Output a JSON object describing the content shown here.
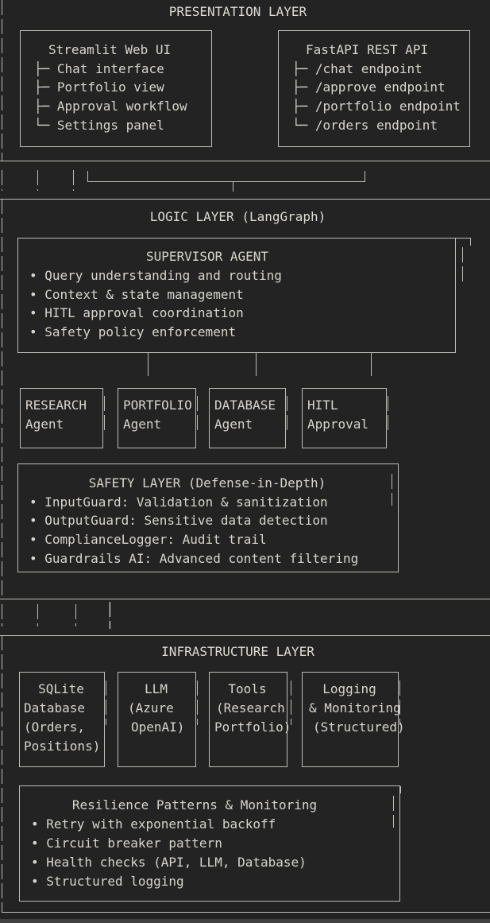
{
  "colors": {
    "background": "#232323",
    "line": "#bfbcb4",
    "text": "#d7d4cc",
    "bright_line": "#eceae3",
    "bottom_strip": "#414141"
  },
  "presentation": {
    "title": "PRESENTATION LAYER",
    "streamlit": {
      "title": "Streamlit Web UI",
      "items": [
        "├─ Chat interface",
        "├─ Portfolio view",
        "├─ Approval workflow",
        "└─ Settings panel"
      ]
    },
    "fastapi": {
      "title": "FastAPI REST API",
      "items": [
        "├─ /chat endpoint",
        "├─ /approve endpoint",
        "├─ /portfolio endpoint",
        "└─ /orders endpoint"
      ]
    }
  },
  "logic": {
    "title": "LOGIC LAYER (LangGraph)",
    "supervisor": {
      "title": "SUPERVISOR AGENT",
      "items": [
        "• Query understanding and routing",
        "• Context & state management",
        "• HITL approval coordination",
        "• Safety policy enforcement"
      ]
    },
    "agents": [
      {
        "line1": "RESEARCH",
        "line2": "Agent"
      },
      {
        "line1": "PORTFOLIO",
        "line2": "Agent"
      },
      {
        "line1": "DATABASE",
        "line2": "Agent"
      },
      {
        "line1": "HITL",
        "line2": "Approval"
      }
    ],
    "safety": {
      "title": "SAFETY LAYER (Defense-in-Depth)",
      "items": [
        "• InputGuard: Validation & sanitization",
        "• OutputGuard: Sensitive data detection",
        "• ComplianceLogger: Audit trail",
        "• Guardrails AI: Advanced content filtering"
      ]
    }
  },
  "infrastructure": {
    "title": "INFRASTRUCTURE LAYER",
    "boxes": [
      {
        "lines": [
          "SQLite",
          "Database",
          "(Orders,",
          "Positions)"
        ]
      },
      {
        "lines": [
          "LLM",
          "(Azure",
          "OpenAI)",
          ""
        ]
      },
      {
        "lines": [
          "Tools",
          "(Research",
          "Portfolio)",
          ""
        ]
      },
      {
        "lines": [
          "Logging",
          "& Monitoring",
          "(Structured)",
          ""
        ]
      }
    ],
    "resilience": {
      "title": "Resilience Patterns & Monitoring",
      "items": [
        "• Retry with exponential backoff",
        "• Circuit breaker pattern",
        "• Health checks (API, LLM, Database)",
        "• Structured logging"
      ]
    }
  }
}
